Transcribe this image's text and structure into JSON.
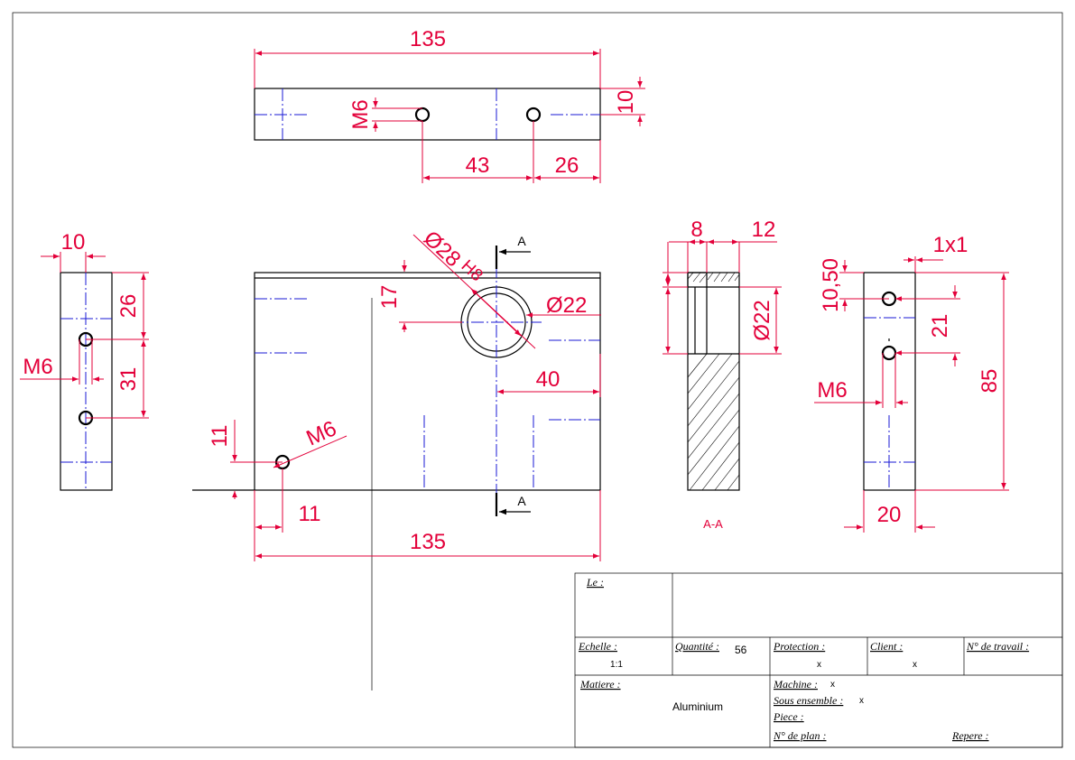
{
  "top_view": {
    "dim_length": "135",
    "dim_thickness": "10",
    "dim_thread": "M6",
    "dim_spacing": "43",
    "dim_edge": "26"
  },
  "left_view": {
    "dim_width": "10",
    "dim_upper": "26",
    "dim_lower": "31",
    "dim_thread": "M6"
  },
  "front_view": {
    "dim_bore": "Ø28",
    "dim_bore_tol": "H8",
    "dim_bore_depth": "17",
    "dim_counterbore": "Ø22",
    "dim_bore_pos": "40",
    "dim_hole_y": "11",
    "dim_hole_x": "11",
    "dim_thread": "M6",
    "dim_length": "135",
    "section_mark_top": "A",
    "section_mark_bottom": "A"
  },
  "section_view": {
    "dim_a": "8",
    "dim_b": "12",
    "dim_diam": "Ø22",
    "label": "A-A"
  },
  "right_view": {
    "dim_chamfer": "1x1",
    "dim_top": "10,50",
    "dim_spacing": "21",
    "dim_height": "85",
    "dim_thread": "M6",
    "dim_width": "20"
  },
  "title_block": {
    "le_label": "Le :",
    "echelle_label": "Echelle :",
    "echelle_value": "1:1",
    "quantite_label": "Quantité :",
    "quantite_value": "56",
    "protection_label": "Protection :",
    "protection_value": "x",
    "client_label": "Client :",
    "client_value": "x",
    "travail_label": "N° de travail :",
    "matiere_label": "Matiere :",
    "matiere_value": "Aluminium",
    "machine_label": "Machine :",
    "machine_value": "x",
    "sous_ensemble_label": "Sous ensemble :",
    "sous_ensemble_value": "x",
    "piece_label": "Piece :",
    "plan_label": "N° de plan :",
    "repere_label": "Repere :"
  }
}
